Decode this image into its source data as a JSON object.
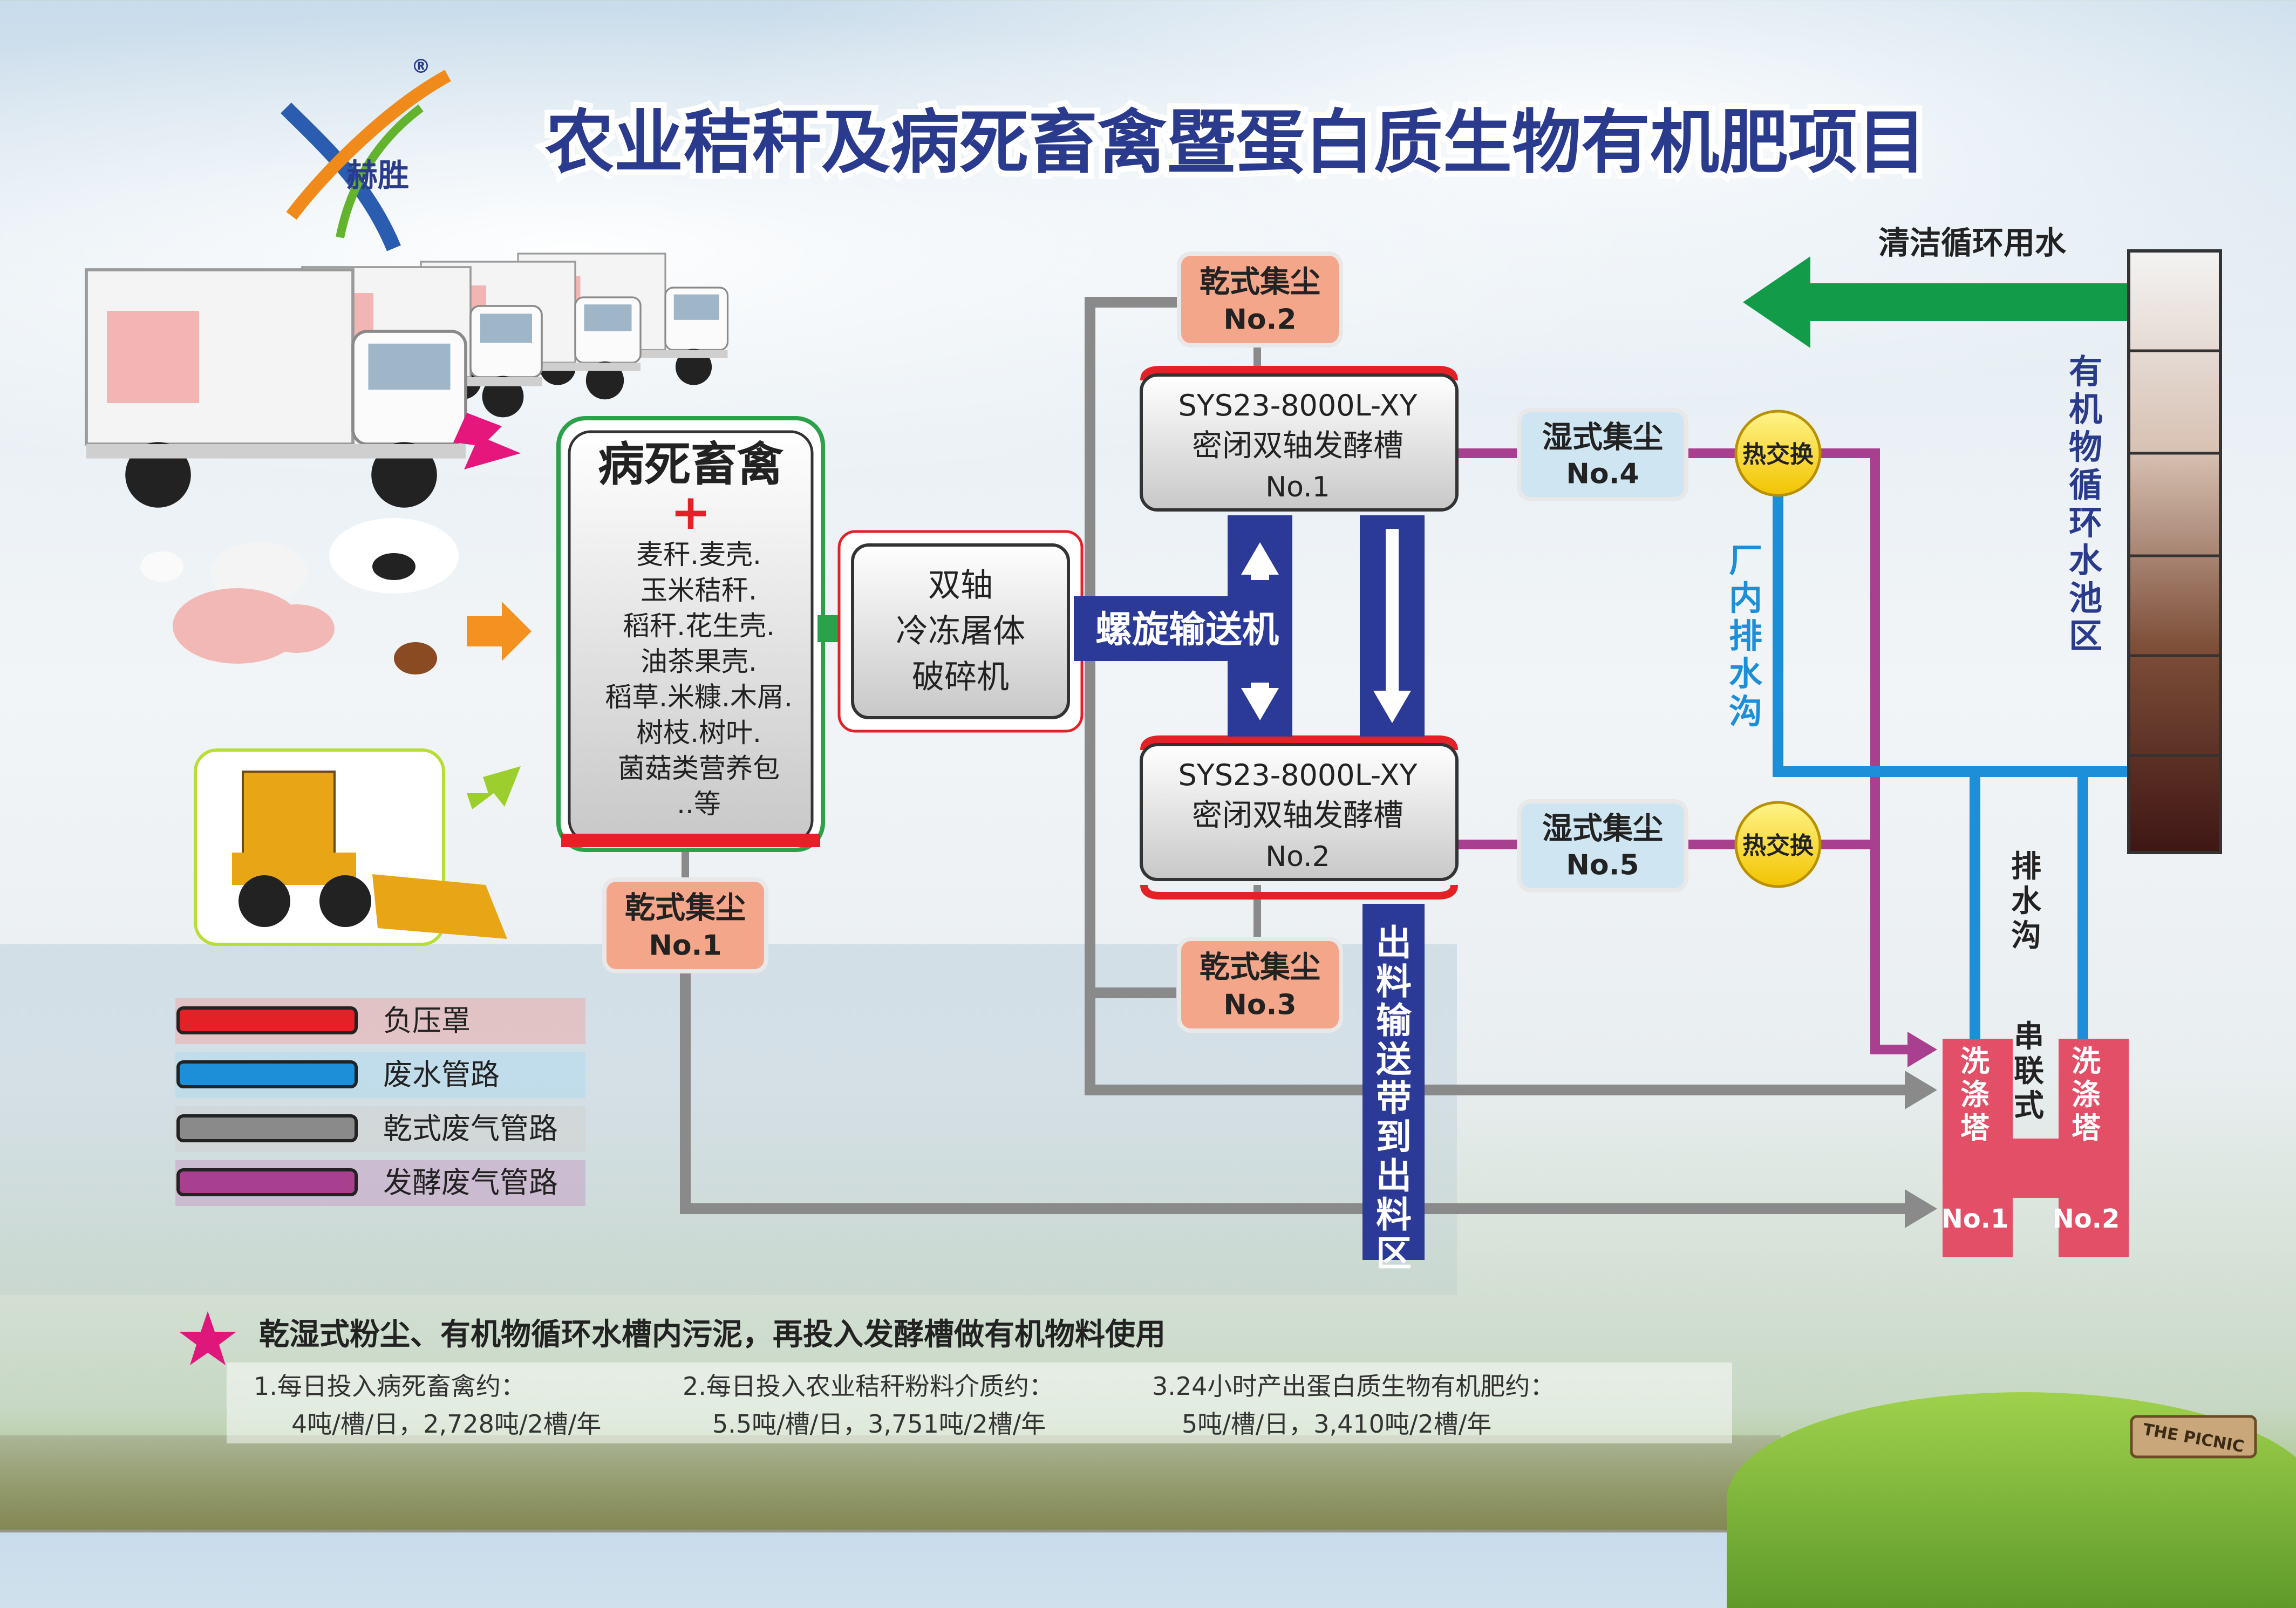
{
  "title": "农业秸秆及病死畜禽暨蛋白质生物有机肥项目",
  "logo": {
    "brand": "赫胜",
    "mark": "®"
  },
  "colors": {
    "title": "#2a3a8c",
    "negative_pressure": "#e32126",
    "wastewater": "#1c8fd8",
    "dry_exhaust": "#8a8a8a",
    "ferment_exhaust": "#a8408f",
    "dry_dust_fill": "#f4a68a",
    "wet_dust_fill": "#cfe6f2",
    "conveyor": "#2b3a97",
    "wash_tower": "#e34f67",
    "clean_water_arrow": "#129c49"
  },
  "nodes": {
    "input_box": {
      "title": "病死畜禽",
      "plus": "+",
      "items": [
        "麦秆.麦壳.",
        "玉米秸秆.",
        "稻秆.花生壳.",
        "油茶果壳.",
        "稻草.米糠.木屑.",
        "树枝.树叶.",
        "菌菇类营养包",
        "..等"
      ]
    },
    "crusher": {
      "lines": [
        "双轴",
        "冷冻屠体",
        "破碎机"
      ]
    },
    "dry_dust_1": {
      "line1": "乾式集尘",
      "line2": "No.1"
    },
    "dry_dust_2": {
      "line1": "乾式集尘",
      "line2": "No.2"
    },
    "dry_dust_3": {
      "line1": "乾式集尘",
      "line2": "No.3"
    },
    "tank_1": {
      "model": "SYS23-8000L-XY",
      "name": "密闭双轴发酵槽",
      "no": "No.1"
    },
    "tank_2": {
      "model": "SYS23-8000L-XY",
      "name": "密闭双轴发酵槽",
      "no": "No.2"
    },
    "wet_dust_4": {
      "line1": "湿式集尘",
      "line2": "No.4"
    },
    "wet_dust_5": {
      "line1": "湿式集尘",
      "line2": "No.5"
    },
    "heat_exchange_1": "热交换",
    "heat_exchange_2": "热交换",
    "screw_conveyor": "螺旋输送机",
    "discharge_belt": "出料输送带到出料区",
    "clean_water": "清洁循环用水",
    "pool": "有机物循环水池区",
    "in_plant_ditch": "厂内排水沟",
    "drain_ditch": "排水沟",
    "series": "串联式",
    "tower_1": {
      "name": "洗涤塔",
      "no": "No.1"
    },
    "tower_2": {
      "name": "洗涤塔",
      "no": "No.2"
    }
  },
  "legend": [
    {
      "label": "负压罩",
      "color": "#e32126"
    },
    {
      "label": "废水管路",
      "color": "#1c8fd8"
    },
    {
      "label": "乾式废气管路",
      "color": "#8a8a8a"
    },
    {
      "label": "发酵废气管路",
      "color": "#a8408f"
    }
  ],
  "note": "乾湿式粉尘、有机物循环水槽内污泥，再投入发酵槽做有机物料使用",
  "note_icon": "star-icon",
  "stats": [
    {
      "title": "1.每日投入病死畜禽约：",
      "value": "4吨/槽/日，2,728吨/2槽/年"
    },
    {
      "title": "2.每日投入农业秸秆粉料介质约：",
      "value": "5.5吨/槽/日，3,751吨/2槽/年"
    },
    {
      "title": "3.24小时产出蛋白质生物有机肥约：",
      "value": "5吨/槽/日，3,410吨/2槽/年"
    }
  ],
  "sign": "THE PICNIC"
}
